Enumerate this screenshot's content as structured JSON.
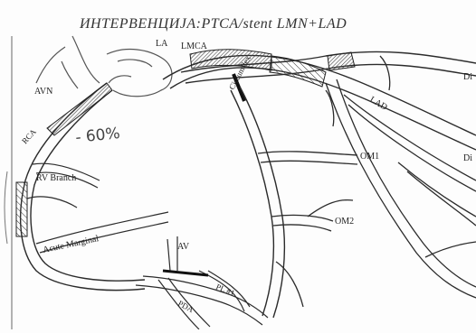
{
  "title": "ИНТЕРВЕНЦИЈА:PTCA/stent LMN+LAD",
  "labels": {
    "la": "LA",
    "lmca": "LMCA",
    "avn": "AVN",
    "rca": "RCA",
    "circumflex": "Circumflex",
    "lad": "LAD",
    "diag1": "Di",
    "diag2": "Di",
    "om1": "OM1",
    "om2": "OM2",
    "rv_branch": "RV Branch",
    "acute_marginal": "Acute Marginal",
    "av": "AV",
    "pl1": "PL #1",
    "pda": "PDA"
  },
  "annotation": "- 60%",
  "colors": {
    "ink": "#2b2b2b",
    "paper": "#fdfdfd",
    "stent": "#333333"
  }
}
